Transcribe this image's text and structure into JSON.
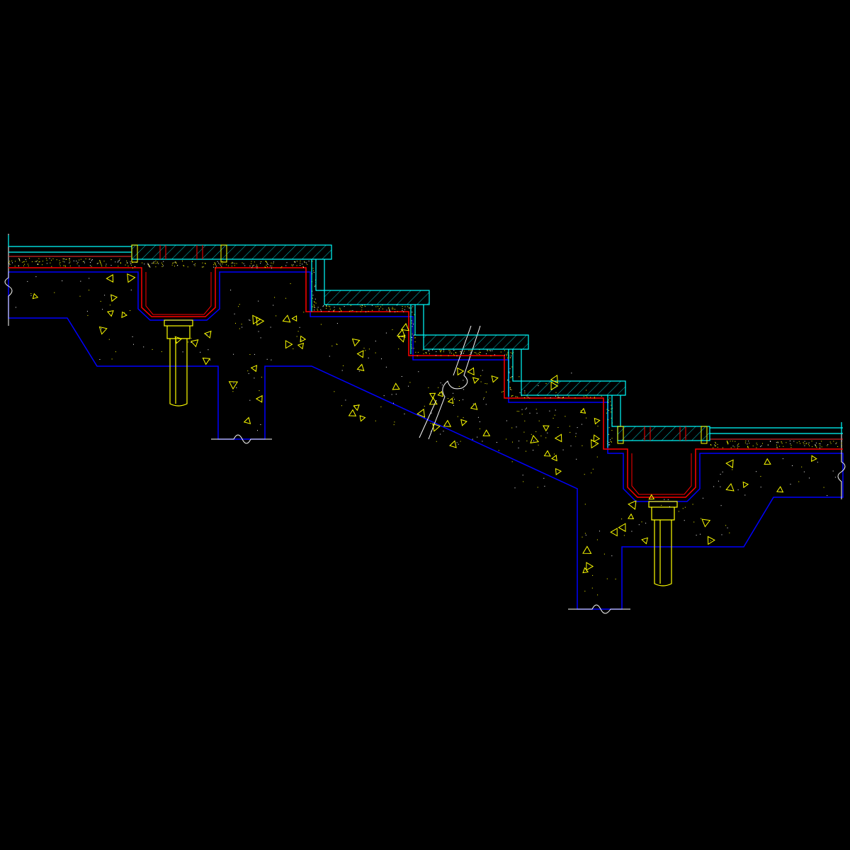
{
  "drawing": {
    "background": "#000000",
    "colors": {
      "structure": "#0000ff",
      "waterproof": "#ff0000",
      "finish": "#00ffff",
      "mortar": "#ffff00",
      "drain": "#ffff00",
      "hatch": "#00ffff"
    },
    "elements": [
      "concrete-stair-slab",
      "stone-tread-finish",
      "waterproof-membrane",
      "mortar-bed",
      "drain-channel-upper",
      "drain-channel-lower",
      "drain-pipe-upper",
      "drain-pipe-lower",
      "break-line"
    ]
  }
}
